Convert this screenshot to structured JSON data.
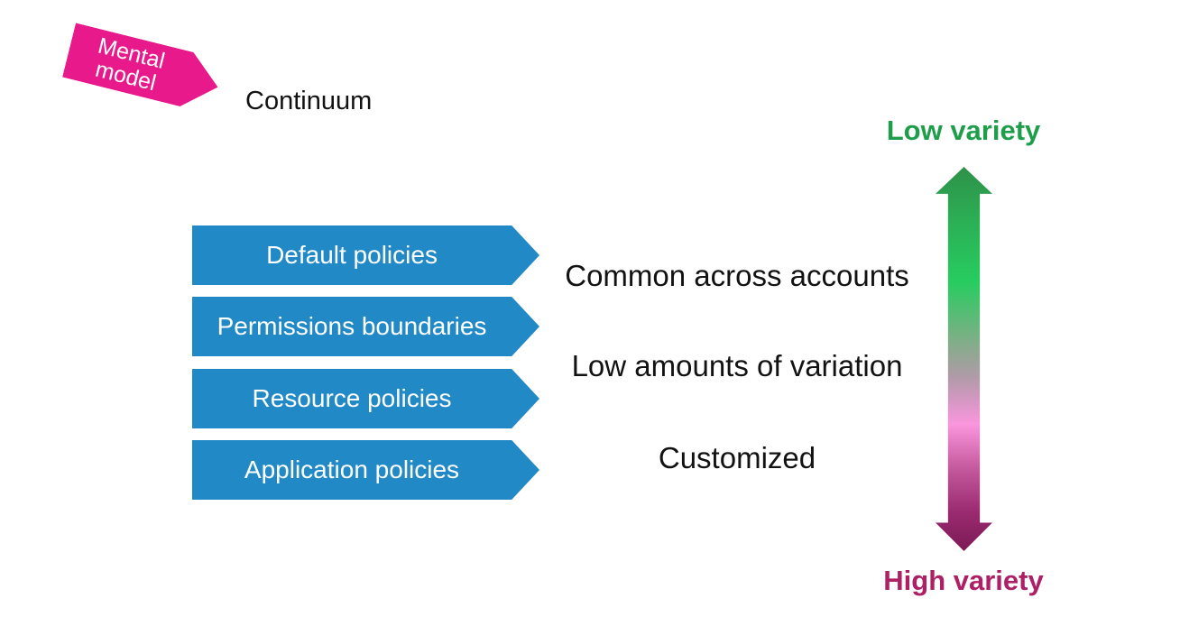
{
  "slide": {
    "background": "#FFFFFF",
    "title": "Continuum",
    "title_color": "#121212"
  },
  "badge": {
    "shape": "pentagon-arrow-icon",
    "background": "#E8198B",
    "text_color": "#FFFFFF",
    "lines": [
      "Mental",
      "model"
    ]
  },
  "policy_arrows": {
    "shape": "pentagon-arrow-icon",
    "fill": "#2289C7",
    "text_color": "#FFFFFF",
    "items": [
      {
        "label": "Default policies"
      },
      {
        "label": "Permissions boundaries"
      },
      {
        "label": "Resource policies"
      },
      {
        "label": "Application policies"
      }
    ]
  },
  "annotations": {
    "text_color": "#121212",
    "items": [
      {
        "label": "Common across accounts"
      },
      {
        "label": "Low amounts of variation"
      },
      {
        "label": "Customized"
      }
    ]
  },
  "variety_axis": {
    "icon": "double-headed-arrow-icon",
    "top_label": "Low variety",
    "top_label_color": "#1E9E4A",
    "bottom_label": "High variety",
    "bottom_label_color": "#AD2066",
    "gradient_stops": [
      "#2E9149",
      "#27CC60",
      "#83AD89",
      "#B29AA9",
      "#FA96DD",
      "#C75B9F",
      "#7C1A54"
    ]
  }
}
